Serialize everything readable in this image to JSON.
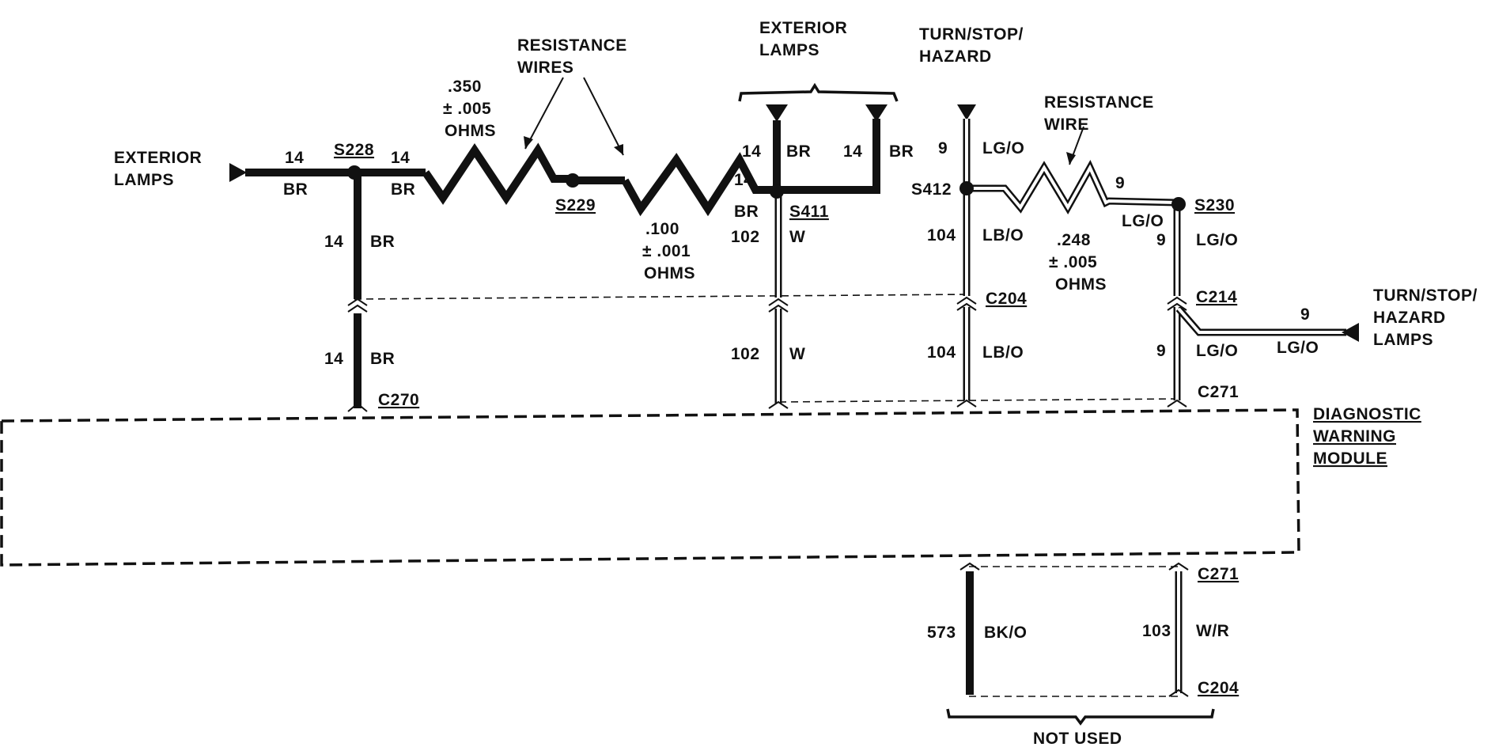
{
  "title": "",
  "labels": {
    "exterior_lamps_left": [
      "EXTERIOR",
      "LAMPS"
    ],
    "resistance_wires": [
      "RESISTANCE",
      "WIRES"
    ],
    "exterior_lamps_top": [
      "EXTERIOR",
      "LAMPS"
    ],
    "turn_stop_hazard_top": [
      "TURN/STOP/",
      "HAZARD"
    ],
    "resistance_wire": [
      "RESISTANCE",
      "WIRE"
    ],
    "turn_stop_hazard_lamps": [
      "TURN/STOP/",
      "HAZARD",
      "LAMPS"
    ],
    "diagnostic_module": [
      "DIAGNOSTIC",
      "WARNING",
      "MODULE"
    ],
    "not_used": "NOT USED"
  },
  "resistors": {
    "r1": {
      "value": ".350",
      "tolerance": "± .005",
      "unit": "OHMS"
    },
    "r2": {
      "value": ".100",
      "tolerance": "± .001",
      "unit": "OHMS"
    },
    "r3": {
      "value": ".248",
      "tolerance": "± .005",
      "unit": "OHMS"
    }
  },
  "splices": [
    "S228",
    "S229",
    "S411",
    "S412",
    "S230"
  ],
  "connectors": {
    "c270": "C270",
    "c204_top": "C204",
    "c214": "C214",
    "c271_top": "C271",
    "c271_bottom": "C271",
    "c204_bottom": "C204"
  },
  "wires": {
    "ext_in": {
      "gauge": "14",
      "color": "BR"
    },
    "s228_out": {
      "gauge": "14",
      "color": "BR"
    },
    "s228_down": {
      "gauge": "14",
      "color": "BR"
    },
    "c270_wire": {
      "gauge": "14",
      "color": "BR"
    },
    "r2_out": {
      "gauge": "14",
      "color": "BR"
    },
    "lamp1": {
      "gauge": "14",
      "color": "BR"
    },
    "lamp2": {
      "gauge": "14",
      "color": "BR"
    },
    "w102_top": {
      "gauge": "102",
      "color": "W"
    },
    "w102_bottom": {
      "gauge": "102",
      "color": "W"
    },
    "tsh_in": {
      "gauge": "9",
      "color": "LG/O"
    },
    "w104_top": {
      "gauge": "104",
      "color": "LB/O"
    },
    "w104_bottom": {
      "gauge": "104",
      "color": "LB/O"
    },
    "r3_out": {
      "gauge": "9",
      "color": "LG/O"
    },
    "s230_down": {
      "gauge": "9",
      "color": "LG/O"
    },
    "c214_down": {
      "gauge": "9",
      "color": "LG/O"
    },
    "lamps_out": {
      "gauge": "9",
      "color": "LG/O"
    },
    "w573": {
      "gauge": "573",
      "color": "BK/O"
    },
    "w103": {
      "gauge": "103",
      "color": "W/R"
    }
  }
}
